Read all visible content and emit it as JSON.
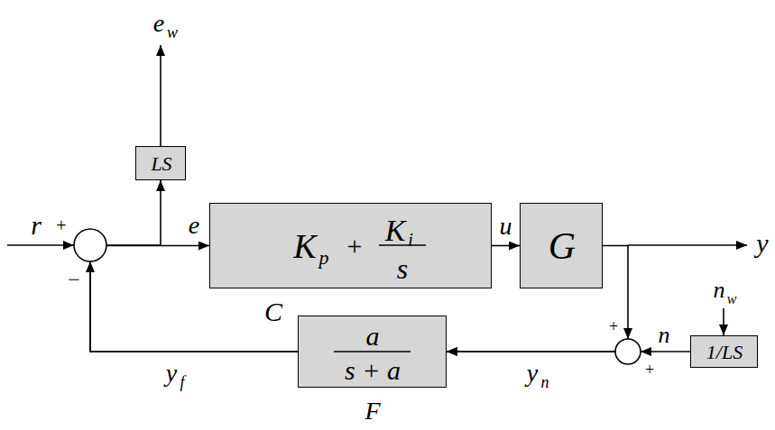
{
  "diagram": {
    "nodes": [
      {
        "text": [
          "K",
          "p",
          "+",
          "K",
          "i",
          "s",
          "C"
        ]
      },
      {
        "text": [
          "G"
        ]
      },
      {
        "text": [
          "a",
          "s + a",
          "F"
        ]
      },
      {
        "text": [
          "LS"
        ]
      },
      {
        "text": [
          "1/LS"
        ]
      }
    ],
    "edges": [
      {
        "from": 0,
        "to": 1,
        "arrow": "to",
        "label": "u"
      },
      {
        "from": 1,
        "to": 2,
        "arrow": "to"
      },
      {
        "from": 4,
        "to": 2,
        "arrow": "to"
      },
      {
        "from": 2,
        "to": 0,
        "arrow": "to"
      },
      {
        "from": 2,
        "to": 3,
        "arrow": "to"
      }
    ],
    "labels": [
      "r",
      "+",
      "−",
      "e",
      "w",
      "e",
      "y",
      "+",
      "n",
      "n",
      "w",
      "+",
      "y",
      "n",
      "y",
      "f"
    ]
  }
}
